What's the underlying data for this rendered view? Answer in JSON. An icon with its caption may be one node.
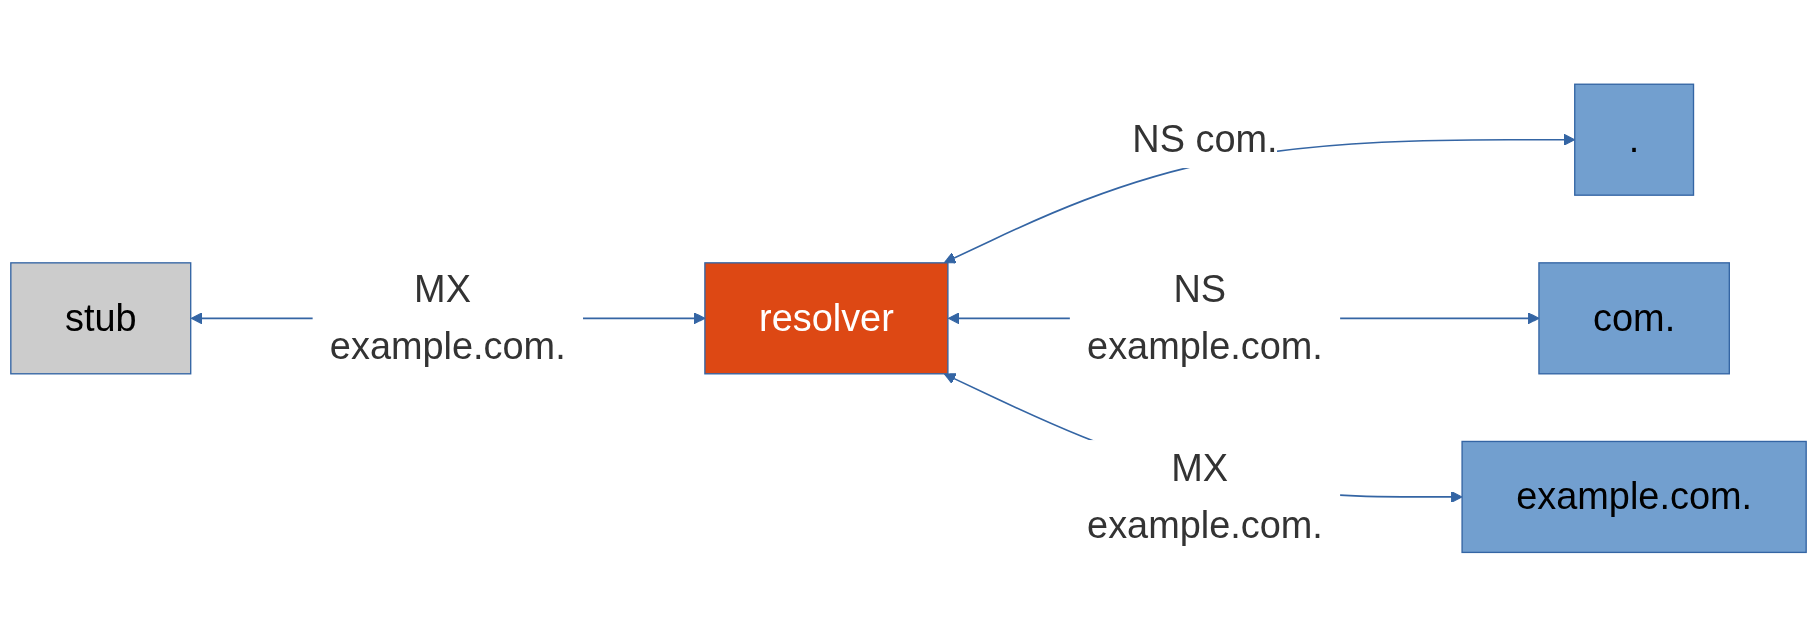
{
  "diagram": {
    "nodes": [
      {
        "text": [
          "stub"
        ]
      },
      {
        "text": [
          "resolver"
        ]
      },
      {
        "text": [
          "."
        ]
      },
      {
        "text": [
          "com."
        ]
      },
      {
        "text": [
          "example.com."
        ]
      }
    ],
    "edges": [
      {
        "from": 0,
        "to": 1,
        "arrow": "both",
        "label": "MX example.com."
      },
      {
        "from": 1,
        "to": 2,
        "arrow": "both",
        "label": "NS com."
      },
      {
        "from": 1,
        "to": 3,
        "arrow": "both",
        "label": "NS example.com."
      },
      {
        "from": 1,
        "to": 4,
        "arrow": "both",
        "label": "MX example.com."
      }
    ]
  }
}
